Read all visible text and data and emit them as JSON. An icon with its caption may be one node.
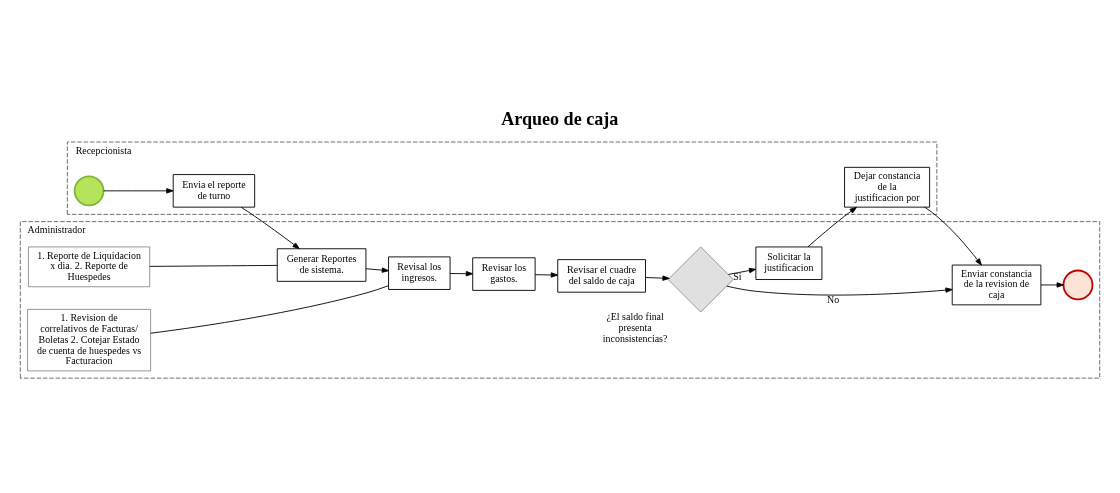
{
  "diagram": {
    "title": "Arqueo de caja",
    "nodes": [
      {
        "text": [
          "Recepcionista"
        ]
      },
      {
        "text": [],
        "shape": "circle",
        "in": 0
      },
      {
        "text": [
          "Envia el reporte de turno"
        ],
        "in": 0
      },
      {
        "text": [
          "Dejar constancia de la justificacion por"
        ],
        "in": 0
      },
      {
        "text": [
          "Administrador"
        ]
      },
      {
        "text": [
          "Generar Reportes de sistema."
        ],
        "in": 4
      },
      {
        "text": [
          "Revisal los ingresos."
        ],
        "in": 4
      },
      {
        "text": [
          "Revisar los gastos."
        ],
        "in": 4
      },
      {
        "text": [
          "Revisar el cuadre del saldo de caja"
        ],
        "in": 4
      },
      {
        "text": [
          "¿El saldo final presenta inconsistencias?"
        ],
        "in": 4
      },
      {
        "text": [
          "Solicitar la justificacion"
        ],
        "in": 4
      },
      {
        "text": [
          "Enviar constancia de la revision de caja"
        ],
        "in": 4
      },
      {
        "text": [],
        "shape": "circle",
        "in": 4
      },
      {
        "text": [
          "1. Reporte de Liquidacion x dia. 2. Reporte de Huespedes"
        ],
        "in": 4
      },
      {
        "text": [
          "1. Revision de correlativos de Facturas/ Boletas 2. Cotejar Estado de cuenta de huespedes vs Facturacion"
        ],
        "in": 4
      }
    ],
    "edges": [
      {
        "from": 1,
        "to": 2,
        "arrow": "to"
      },
      {
        "from": 2,
        "to": 5,
        "arrow": "to"
      },
      {
        "from": 5,
        "to": 6,
        "arrow": "to"
      },
      {
        "from": 6,
        "to": 7,
        "arrow": "to"
      },
      {
        "from": 7,
        "to": 8,
        "arrow": "to"
      },
      {
        "from": 8,
        "to": 9,
        "arrow": "to"
      },
      {
        "from": 9,
        "to": 10,
        "arrow": "to",
        "label": "Si"
      },
      {
        "from": 9,
        "to": 11,
        "arrow": "to",
        "label": "No"
      },
      {
        "from": 10,
        "to": 3,
        "arrow": "to"
      },
      {
        "from": 3,
        "to": 11,
        "arrow": "to"
      },
      {
        "from": 11,
        "to": 12,
        "arrow": "to"
      },
      {
        "from": 13,
        "to": 5,
        "arrow": "none"
      },
      {
        "from": 14,
        "to": 6,
        "arrow": "none"
      }
    ]
  }
}
